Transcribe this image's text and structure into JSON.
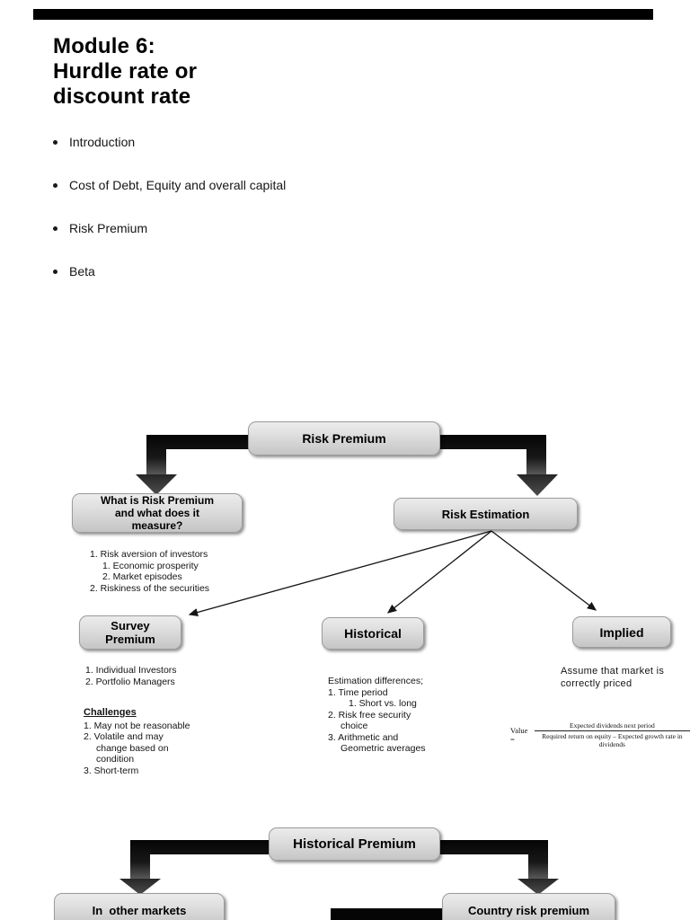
{
  "slide": {
    "title": "Module 6:\nHurdle rate or\ndiscount rate",
    "bullets": [
      "Introduction",
      "Cost of Debt, Equity and overall capital",
      "Risk Premium",
      "Beta"
    ]
  },
  "risk_diagram": {
    "root_box": "Risk Premium",
    "what_box": "What is Risk Premium\nand what does it\nmeasure?",
    "estimation_box": "Risk Estimation",
    "aversion_lines": [
      "1. Risk aversion of investors",
      "1. Economic prosperity",
      "2. Market episodes",
      "2. Riskiness of the securities"
    ],
    "survey": {
      "box": "Survey\nPremium",
      "lines": [
        "1. Individual Investors",
        "2. Portfolio Managers"
      ],
      "challenges_title": "Challenges",
      "challenge_lines": [
        "1. May not be reasonable",
        "2. Volatile and may",
        "change based on",
        "condition",
        "3. Short-term"
      ]
    },
    "historical": {
      "box": "Historical",
      "lines": [
        "Estimation differences;",
        "1. Time period",
        "1. Short vs. long",
        "2. Risk free security",
        "choice",
        "3. Arithmetic and",
        "Geometric averages"
      ]
    },
    "implied": {
      "box": "Implied",
      "note": "Assume that market is\ncorrectly priced",
      "formula": {
        "lhs": "Value =",
        "numerator": "Expected dividends next period",
        "denominator": "Required return on equity – Expected growth rate in dividends"
      }
    }
  },
  "premium_diagram": {
    "root_box": "Historical Premium",
    "left_box": "In  other markets",
    "right_box": "Country risk premium"
  },
  "colors": {
    "arrow_dark": "#0a0a0a",
    "arrow_fade": "#5f5f5f",
    "box_fill": "#d9d9d9"
  }
}
